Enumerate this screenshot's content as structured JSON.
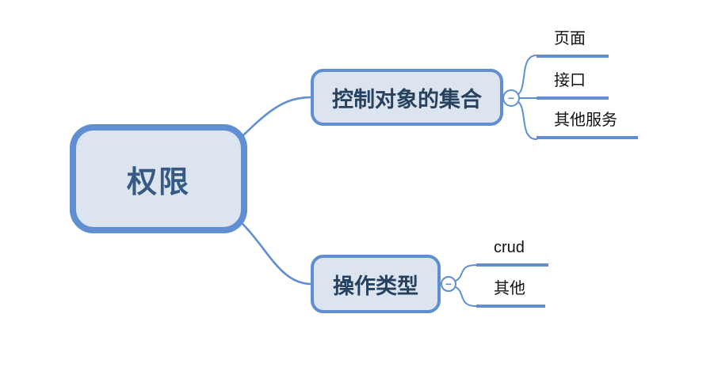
{
  "diagram": {
    "root": {
      "label": "权限"
    },
    "branches": [
      {
        "label": "控制对象的集合",
        "children": [
          {
            "label": "页面"
          },
          {
            "label": "接口"
          },
          {
            "label": "其他服务"
          }
        ]
      },
      {
        "label": "操作类型",
        "children": [
          {
            "label": "crud"
          },
          {
            "label": "其他"
          }
        ]
      }
    ],
    "icons": {
      "collapse_glyph": "−"
    },
    "colors": {
      "accent_blue": "#5f8ed3",
      "node_fill": "#dce4f0",
      "root_text": "#375a84",
      "branch_text": "#26425f",
      "leaf_text": "#111111"
    }
  }
}
